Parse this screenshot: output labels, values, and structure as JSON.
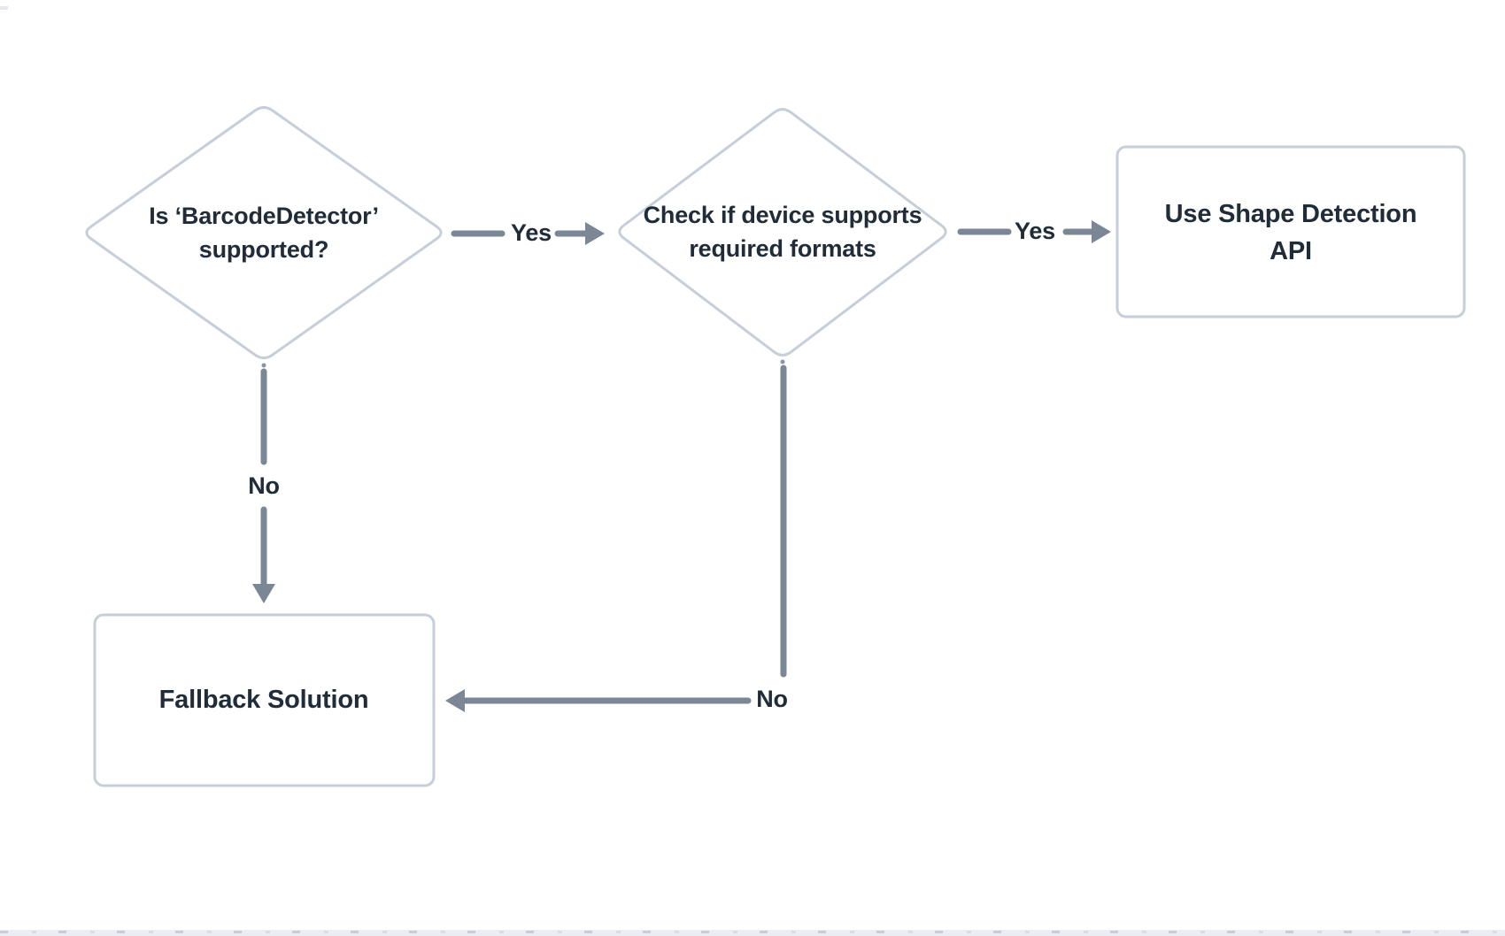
{
  "colors": {
    "background": "#ffffff",
    "node_border": "#c5ced9",
    "node_fill": "#ffffff",
    "arrow": "#7b8794",
    "text": "#212c39",
    "bottom_strip_bg": "#eaedf1",
    "bottom_strip_marks": "#c3cad4"
  },
  "nodes": {
    "barcode_decision": {
      "type": "decision",
      "line1": "Is ‘BarcodeDetector’",
      "line2": "supported?"
    },
    "formats_decision": {
      "type": "decision",
      "line1": "Check if device supports",
      "line2": "required formats"
    },
    "shape_api": {
      "type": "process",
      "line1": "Use Shape Detection",
      "line2": "API"
    },
    "fallback": {
      "type": "process",
      "line1": "Fallback Solution"
    }
  },
  "edges": {
    "barcode_yes_label": "Yes",
    "formats_yes_label": "Yes",
    "barcode_no_label": "No",
    "formats_no_label": "No"
  }
}
